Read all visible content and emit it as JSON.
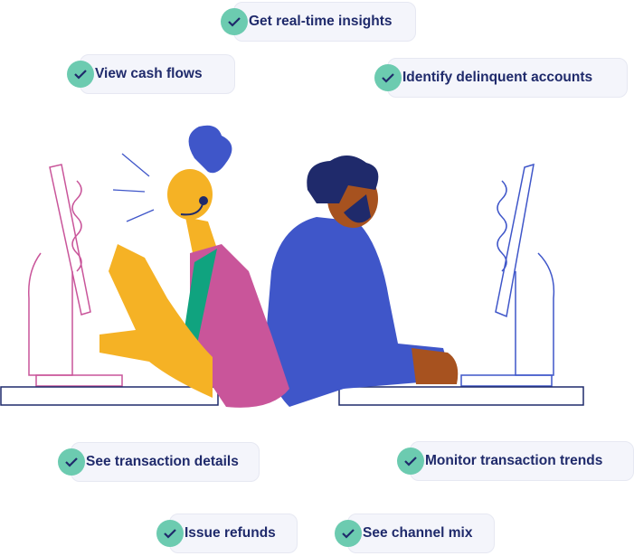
{
  "features": [
    {
      "label": "Get real-time insights",
      "icon": "check-icon"
    },
    {
      "label": "View cash flows",
      "icon": "check-icon"
    },
    {
      "label": "Identify delinquent accounts",
      "icon": "check-icon"
    },
    {
      "label": "See transaction details",
      "icon": "check-icon"
    },
    {
      "label": "Monitor transaction trends",
      "icon": "check-icon"
    },
    {
      "label": "Issue refunds",
      "icon": "check-icon"
    },
    {
      "label": "See channel mix",
      "icon": "check-icon"
    }
  ],
  "colors": {
    "accent": "#6ccbb0",
    "text": "#1f2a6b",
    "pill": "#f4f5fb"
  }
}
